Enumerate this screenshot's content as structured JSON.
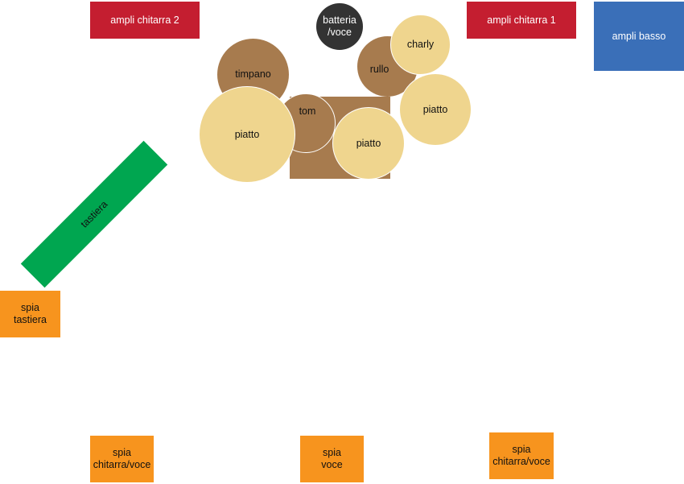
{
  "colors": {
    "amp_guitar": "#c41e30",
    "amp_bass": "#3a6fb8",
    "monitor": "#f7941e",
    "keyboard": "#00a650",
    "drum_shell": "#a77b4e",
    "cymbal": "#efd58e",
    "vocal": "#333333"
  },
  "labels": {
    "ampli_chitarra_2": "ampli chitarra 2",
    "ampli_chitarra_1": "ampli chitarra 1",
    "ampli_basso": "ampli basso",
    "batteria_voce": "batteria\n/voce",
    "charly": "charly",
    "rullo": "rullo",
    "timpano": "timpano",
    "tom": "tom",
    "piatto_left": "piatto",
    "piatto_center": "piatto",
    "piatto_right": "piatto",
    "tastiera": "tastiera",
    "spia_tastiera": "spia\ntastiera",
    "spia_chitarra_voce_left": "spia\nchitarra/voce",
    "spia_voce": "spia\nvoce",
    "spia_chitarra_voce_right": "spia\nchitarra/voce"
  }
}
